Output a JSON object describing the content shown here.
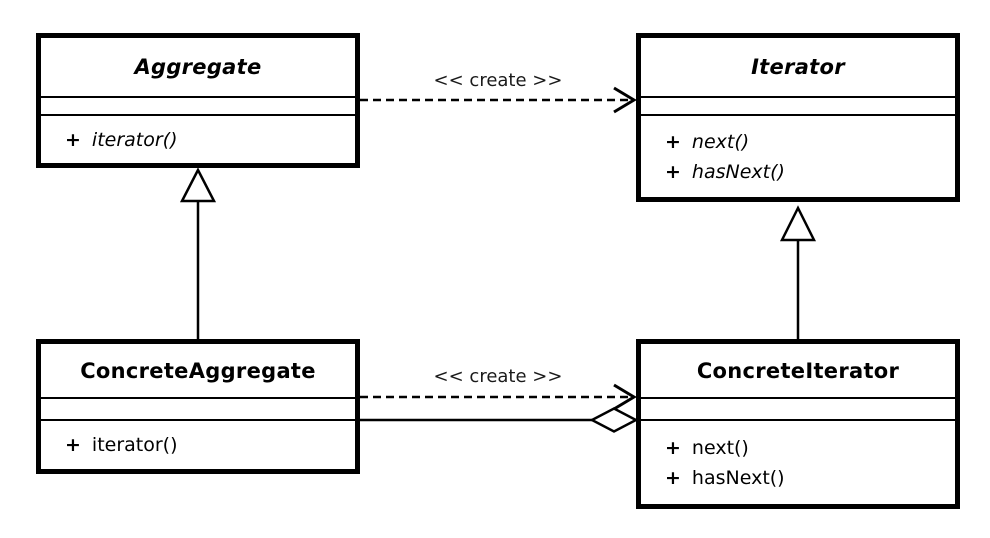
{
  "diagram": {
    "type": "uml-class-diagram",
    "pattern": "Iterator",
    "colors": {
      "stroke": "#000000",
      "fill": "#ffffff"
    },
    "classes": [
      {
        "name": "Aggregate",
        "abstract": true,
        "attributes": [],
        "methods": [
          {
            "visibility": "+",
            "signature": "iterator()"
          }
        ]
      },
      {
        "name": "Iterator",
        "abstract": true,
        "attributes": [],
        "methods": [
          {
            "visibility": "+",
            "signature": "next()"
          },
          {
            "visibility": "+",
            "signature": "hasNext()"
          }
        ]
      },
      {
        "name": "ConcreteAggregate",
        "abstract": false,
        "attributes": [],
        "methods": [
          {
            "visibility": "+",
            "signature": "iterator()"
          }
        ]
      },
      {
        "name": "ConcreteIterator",
        "abstract": false,
        "attributes": [],
        "methods": [
          {
            "visibility": "+",
            "signature": "next()"
          },
          {
            "visibility": "+",
            "signature": "hasNext()"
          }
        ]
      }
    ],
    "relationships": [
      {
        "type": "dependency",
        "from": "Aggregate",
        "to": "Iterator",
        "label": "<< create >>"
      },
      {
        "type": "dependency",
        "from": "ConcreteAggregate",
        "to": "ConcreteIterator",
        "label": "<< create >>"
      },
      {
        "type": "generalization",
        "from": "ConcreteAggregate",
        "to": "Aggregate",
        "label": ""
      },
      {
        "type": "generalization",
        "from": "ConcreteIterator",
        "to": "Iterator",
        "label": ""
      },
      {
        "type": "aggregation",
        "from": "ConcreteAggregate",
        "to": "ConcreteIterator",
        "label": ""
      }
    ]
  }
}
